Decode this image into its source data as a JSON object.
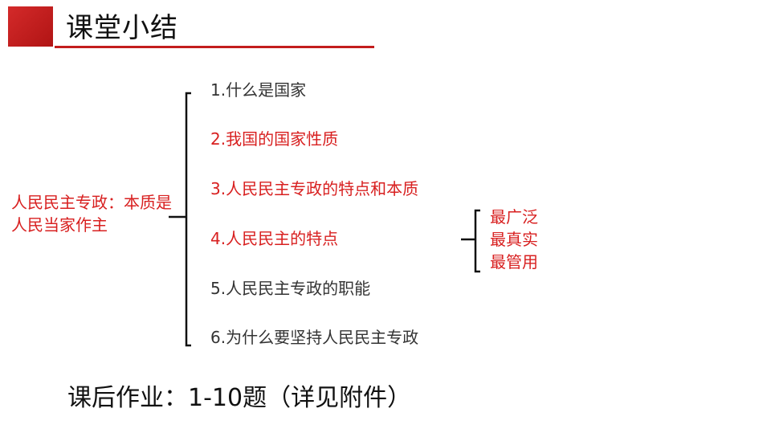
{
  "slide": {
    "title": "课堂小结",
    "summary": "人民民主专政：本质是人民当家作主",
    "items": [
      {
        "text": "1.什么是国家",
        "emphasis": false
      },
      {
        "text": "2.我国的国家性质",
        "emphasis": true
      },
      {
        "text": "3.人民民主专政的特点和本质",
        "emphasis": true
      },
      {
        "text": "4.人民民主的特点",
        "emphasis": true
      },
      {
        "text": "5.人民民主专政的职能",
        "emphasis": false
      },
      {
        "text": "6.为什么要坚持人民民主专政",
        "emphasis": false
      }
    ],
    "features": [
      "最广泛",
      "最真实",
      "最管用"
    ],
    "homework": "课后作业：1-10题（详见附件）"
  },
  "colors": {
    "accent": "#d82020",
    "header_block": "#c31d1d",
    "text_dark": "#333333"
  }
}
